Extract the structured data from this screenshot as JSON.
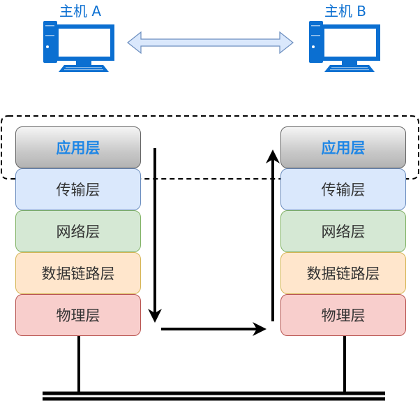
{
  "hosts": {
    "a": {
      "label": "主机 A",
      "icon": "desktop-computer-icon"
    },
    "b": {
      "label": "主机 B",
      "icon": "desktop-computer-icon"
    }
  },
  "link_arrow": {
    "icon": "double-arrow-icon",
    "color": "#dae8fc",
    "stroke": "#6c8ebf"
  },
  "stack_a": {
    "layers": [
      "应用层",
      "传输层",
      "网络层",
      "数据链路层",
      "物理层"
    ]
  },
  "stack_b": {
    "layers": [
      "应用层",
      "传输层",
      "网络层",
      "数据链路层",
      "物理层"
    ]
  },
  "colors": {
    "host_blue": "#0b6fd1",
    "app_text": "#1e86e6",
    "transport_fill": "#dae8fc",
    "network_fill": "#d5e8d4",
    "datalink_fill": "#ffe6cc",
    "physical_fill": "#f8cecc"
  }
}
